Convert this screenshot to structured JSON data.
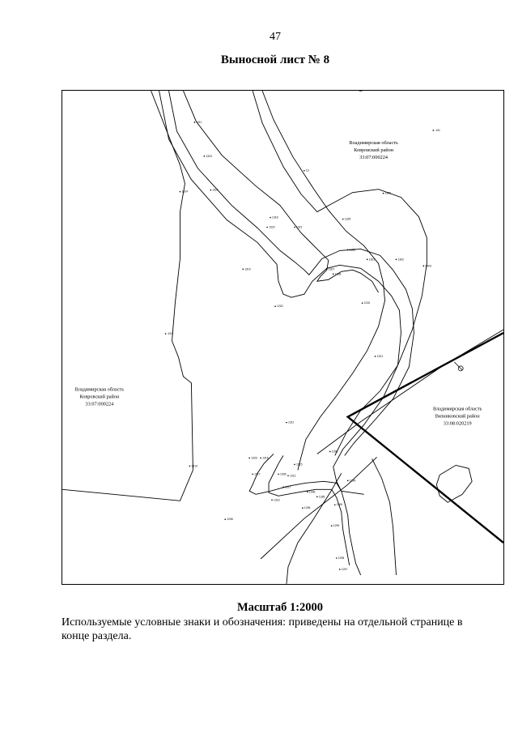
{
  "page_number": "47",
  "title": "Выносной лист № 8",
  "scale": "Масштаб 1:2000",
  "legend_note": "Используемые условные знаки и обозначения: приведены на отдельной странице в конце раздела.",
  "map": {
    "regions": [
      {
        "lines": [
          "Владимирская область",
          "Ковровский район",
          "33:07:000224"
        ]
      },
      {
        "lines": [
          "Владимирская область",
          "Ковровский район",
          "33:07:000224"
        ]
      },
      {
        "lines": [
          "Владимирская область",
          "Вязниковский район",
          "33:08:020219"
        ]
      }
    ],
    "point_labels": [
      ":191",
      "1323",
      "1324",
      "1b",
      "1326",
      "1325",
      "1321",
      "1322",
      "1220",
      "1319",
      "1320",
      "1316",
      "1315",
      "1317",
      "1306",
      "1312",
      "1311",
      "1310",
      "1307",
      "1308",
      "1305",
      "1302",
      "1303",
      "1301",
      "1321",
      "1300",
      "1299",
      "1298",
      "1297",
      "1296",
      ":191",
      "1321",
      "1319",
      "1318",
      ":191",
      "1317",
      "1316",
      "1296",
      "1285",
      "1296",
      "1298",
      "1299"
    ]
  }
}
